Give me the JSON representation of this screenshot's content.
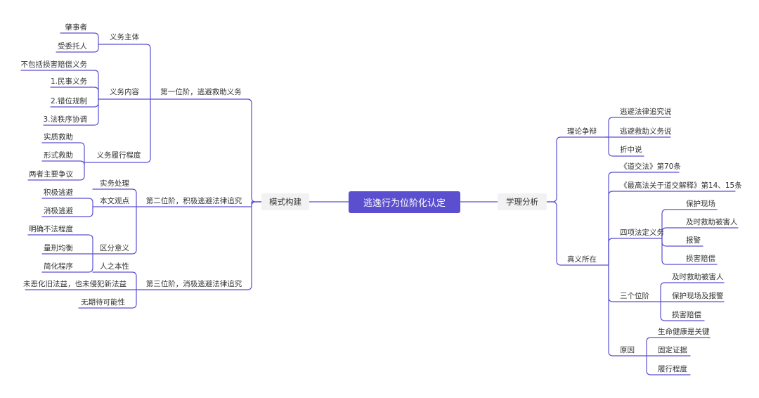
{
  "root": "逃逸行为位阶化认定",
  "left_main": "模式构建",
  "right_main": "学理分析",
  "left": {
    "l1": {
      "title": "第一位阶，逃避救助义务",
      "subject": "义务主体",
      "subject_items": [
        "肇事者",
        "受委托人"
      ],
      "content": "义务内容",
      "content_items": [
        "不包括损害赔偿义务",
        "1.民事义务",
        "2.错位规制",
        "3.法秩序协调"
      ],
      "degree": "义务履行程度",
      "degree_items": [
        "实质救助",
        "形式救助",
        "两者主要争议"
      ]
    },
    "l2": {
      "title": "第二位阶，积极逃避法律追究",
      "practice": "实务处理",
      "view": "本文观点",
      "view_items": [
        "积极逃避",
        "消极逃避"
      ],
      "meaning": "区分意义",
      "meaning_items": [
        "明确不法程度",
        "量刑均衡",
        "简化程序"
      ]
    },
    "l3": {
      "title": "第三位阶，消极逃避法律追究",
      "items": [
        "人之本性",
        "未恶化旧法益，也未侵犯新法益",
        "无期待可能性"
      ]
    }
  },
  "right": {
    "r1": {
      "title": "理论争辩",
      "items": [
        "逃避法律追究说",
        "逃避救助义务说",
        "折中说"
      ]
    },
    "r2": {
      "title": "真义所在",
      "law1": "《道交法》第70条",
      "law2": "《最高法关于道交解释》第14、15条",
      "four": "四项法定义务",
      "four_items": [
        "保护现场",
        "及时救助被害人",
        "报警",
        "损害赔偿"
      ],
      "three": "三个位阶",
      "three_items": [
        "及时救助被害人",
        "保护现场及报警",
        "损害赔偿"
      ],
      "reason": "原因",
      "reason_items": [
        "生命健康是关键",
        "固定证据",
        "履行程度"
      ]
    }
  },
  "colors": {
    "line": "#5b4fcf",
    "root_bg": "#5b4fcf",
    "main_bg": "#f2f2f2",
    "text": "#333333"
  }
}
